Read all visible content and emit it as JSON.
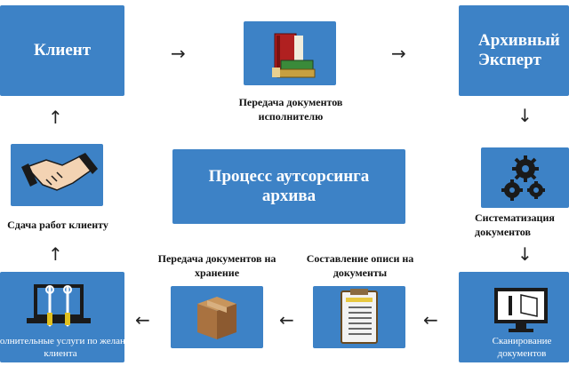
{
  "nodes": {
    "client": "Клиент",
    "archive_expert": "Архивный Эксперт",
    "transfer_to_executor": "Передача документов исполнителю",
    "center": "Процесс аутсорсинга архива",
    "handover": "Сдача работ клиенту",
    "systematization": "Систематизация документов",
    "transfer_storage": "Передача документов на хранение",
    "inventory": "Составление описи на документы",
    "additional_services": "Дополнительные услуги по желанию клиента",
    "scanning": "Сканирование документов"
  },
  "colors": {
    "box": "#3d82c6",
    "text": "#ffffff",
    "label": "#111111"
  }
}
